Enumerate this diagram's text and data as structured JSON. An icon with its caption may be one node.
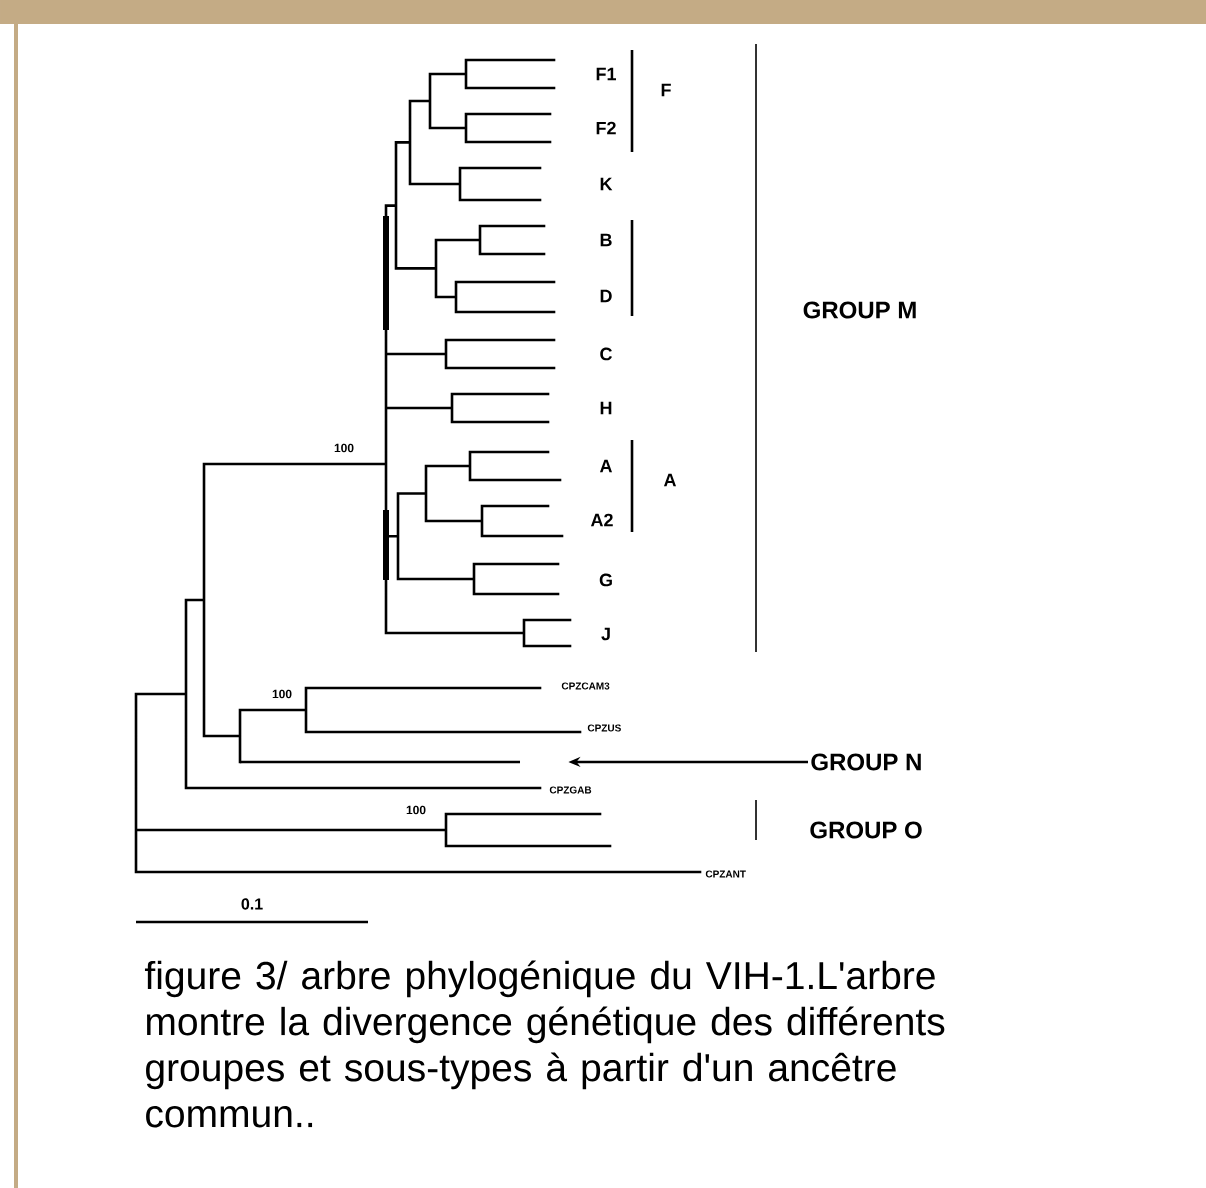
{
  "diagram": {
    "caption": "figure 3/ arbre phylogénique du VIH-1.L'arbre montre la divergence génétique des différents groupes et sous-types à partir d'un ancêtre commun..",
    "nodes": [
      {
        "text": [
          "GROUP N"
        ]
      },
      {
        "text": [],
        "shape": "bar"
      }
    ],
    "edges": [
      {
        "from": 0,
        "to": 1,
        "arrow": "to"
      }
    ],
    "labels": [
      "F1",
      "F",
      "F2",
      "K",
      "B",
      "GROUP M",
      "D",
      "C",
      "H",
      "100",
      "A",
      "A",
      "A2",
      "G",
      "J",
      "100",
      "CPZCAM3",
      "CPZUS",
      "CPZGAB",
      "100",
      "GROUP O",
      "CPZANT",
      "0.1"
    ]
  }
}
